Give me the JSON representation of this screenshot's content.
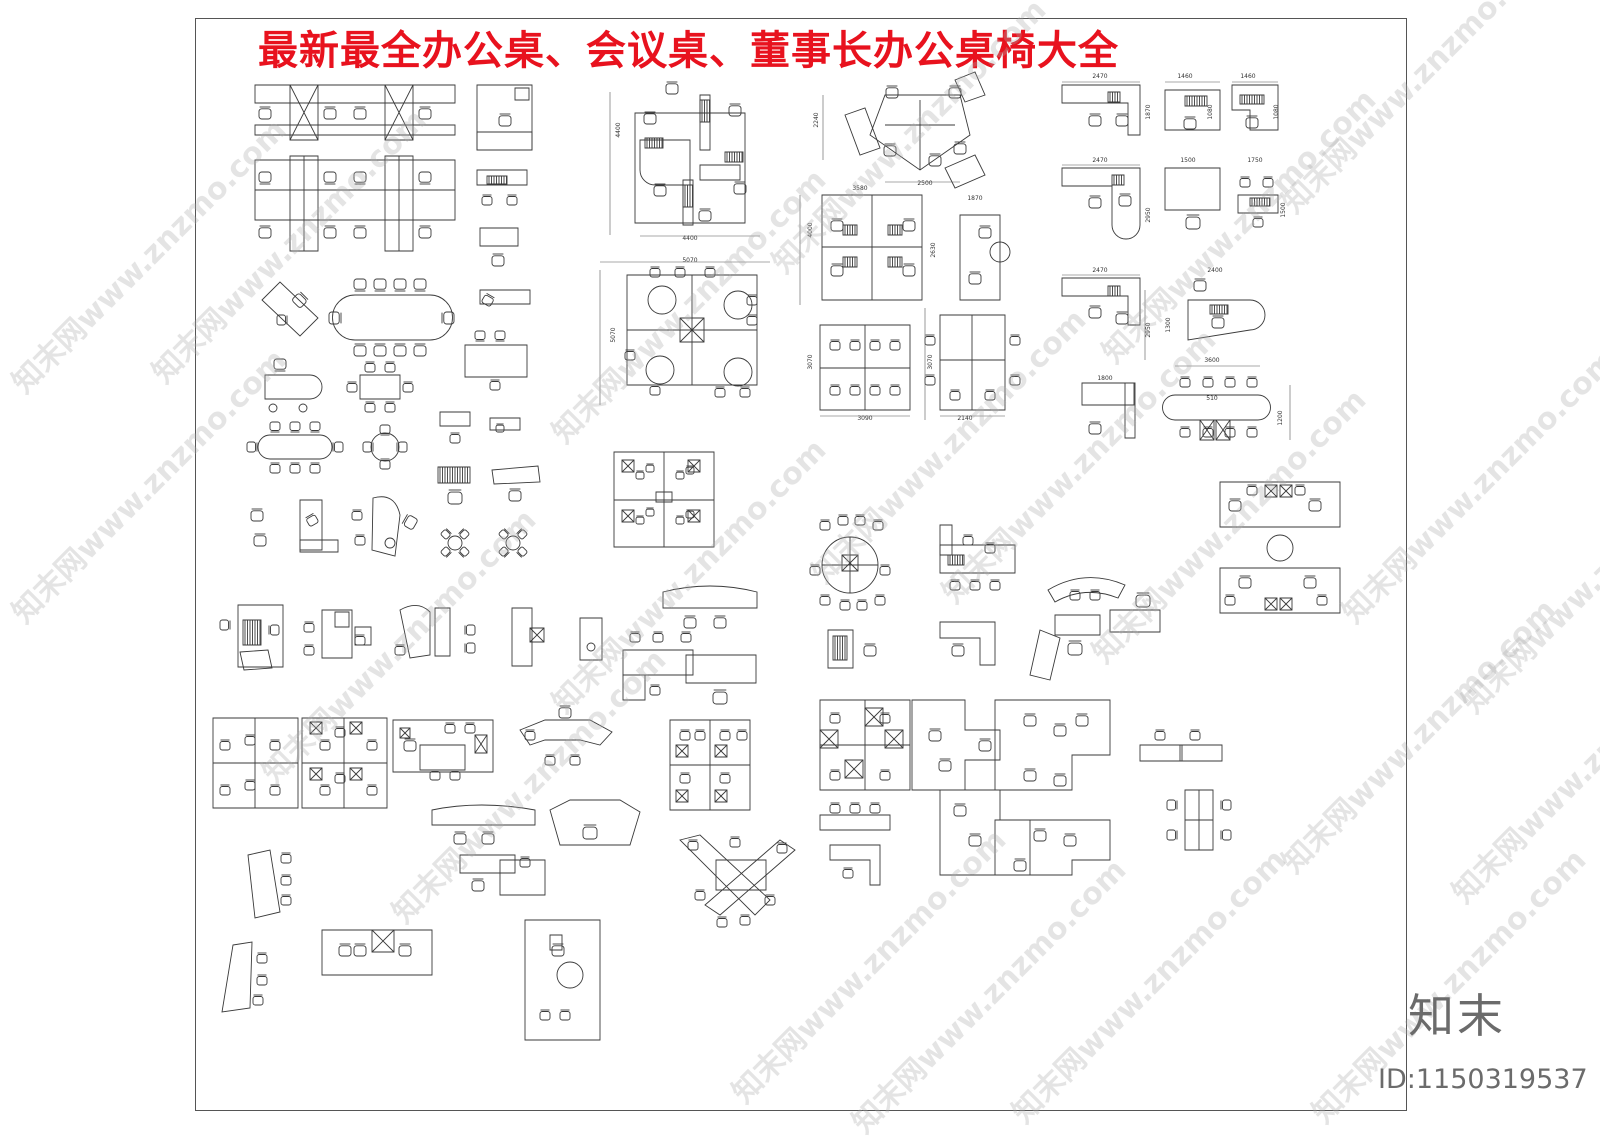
{
  "title": "最新最全办公桌、会议桌、董事长办公桌椅大全",
  "watermark": "知末网www.znzmo.com",
  "brand": {
    "logo_text": "知末",
    "id_text": "ID:1150319537"
  },
  "colors": {
    "title": "#e8121e",
    "line": "#3a3a3a",
    "brand": "#6b6b6b"
  },
  "dimensions": [
    "4400",
    "4400",
    "2240",
    "2500",
    "3580",
    "1870",
    "2630",
    "4000",
    "5070",
    "5070",
    "3070",
    "3090",
    "3070",
    "2140",
    "2470",
    "1460",
    "1460",
    "1870",
    "1080",
    "1080",
    "2470",
    "1500",
    "1750",
    "2950",
    "1500",
    "2470",
    "2400",
    "2950",
    "1300",
    "1800",
    "3600",
    "1200",
    "510"
  ]
}
